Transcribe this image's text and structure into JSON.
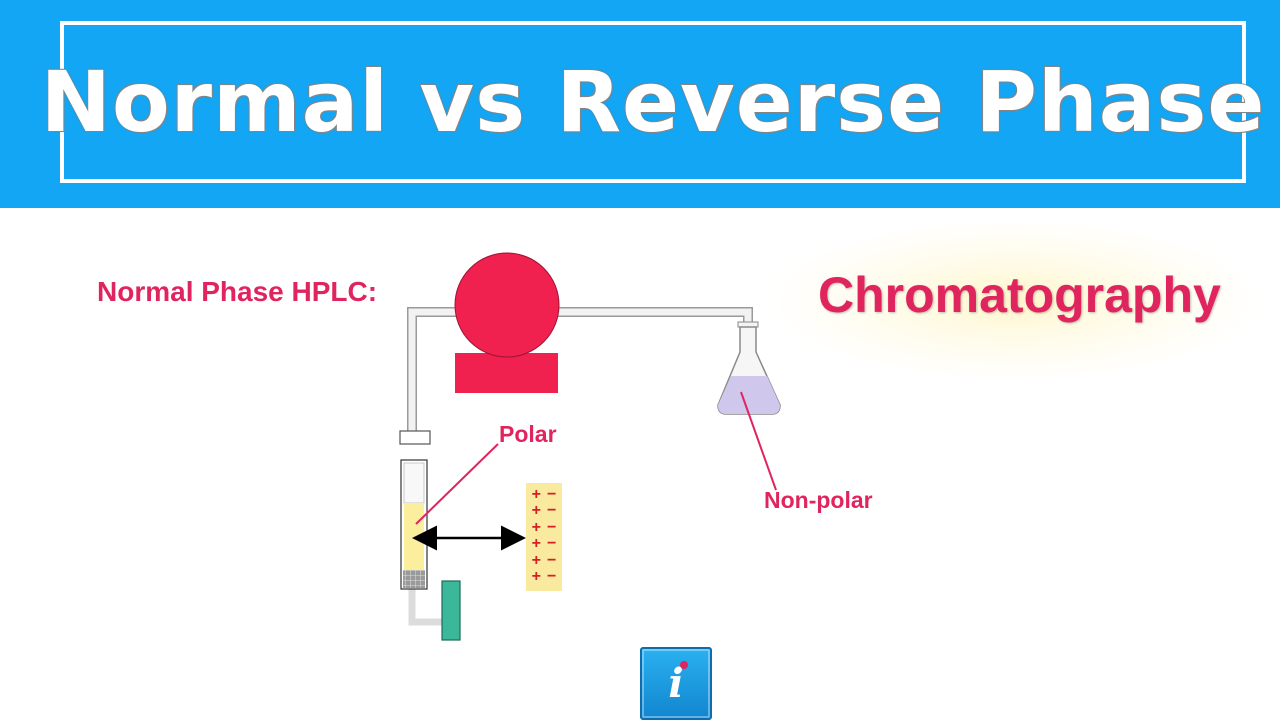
{
  "banner": {
    "title": "Normal vs Reverse Phase"
  },
  "labels": {
    "normal_phase": "Normal Phase HPLC:",
    "chromatography": "Chromatography",
    "polar": "Polar",
    "non_polar": "Non-polar"
  },
  "charges": [
    {
      "plus": "+",
      "minus": "−"
    },
    {
      "plus": "+",
      "minus": "−"
    },
    {
      "plus": "+",
      "minus": "−"
    },
    {
      "plus": "+",
      "minus": "−"
    },
    {
      "plus": "+",
      "minus": "−"
    },
    {
      "plus": "+",
      "minus": "−"
    }
  ],
  "info_button": {
    "glyph": "i"
  },
  "colors": {
    "accent": "#e0245e",
    "banner": "#12a6f5",
    "pump": "#f0204f",
    "stationary": "#fbef9e",
    "charge_box": "#faeaa0",
    "solvent": "#cfc7ec",
    "detector": "#3bb89a"
  }
}
